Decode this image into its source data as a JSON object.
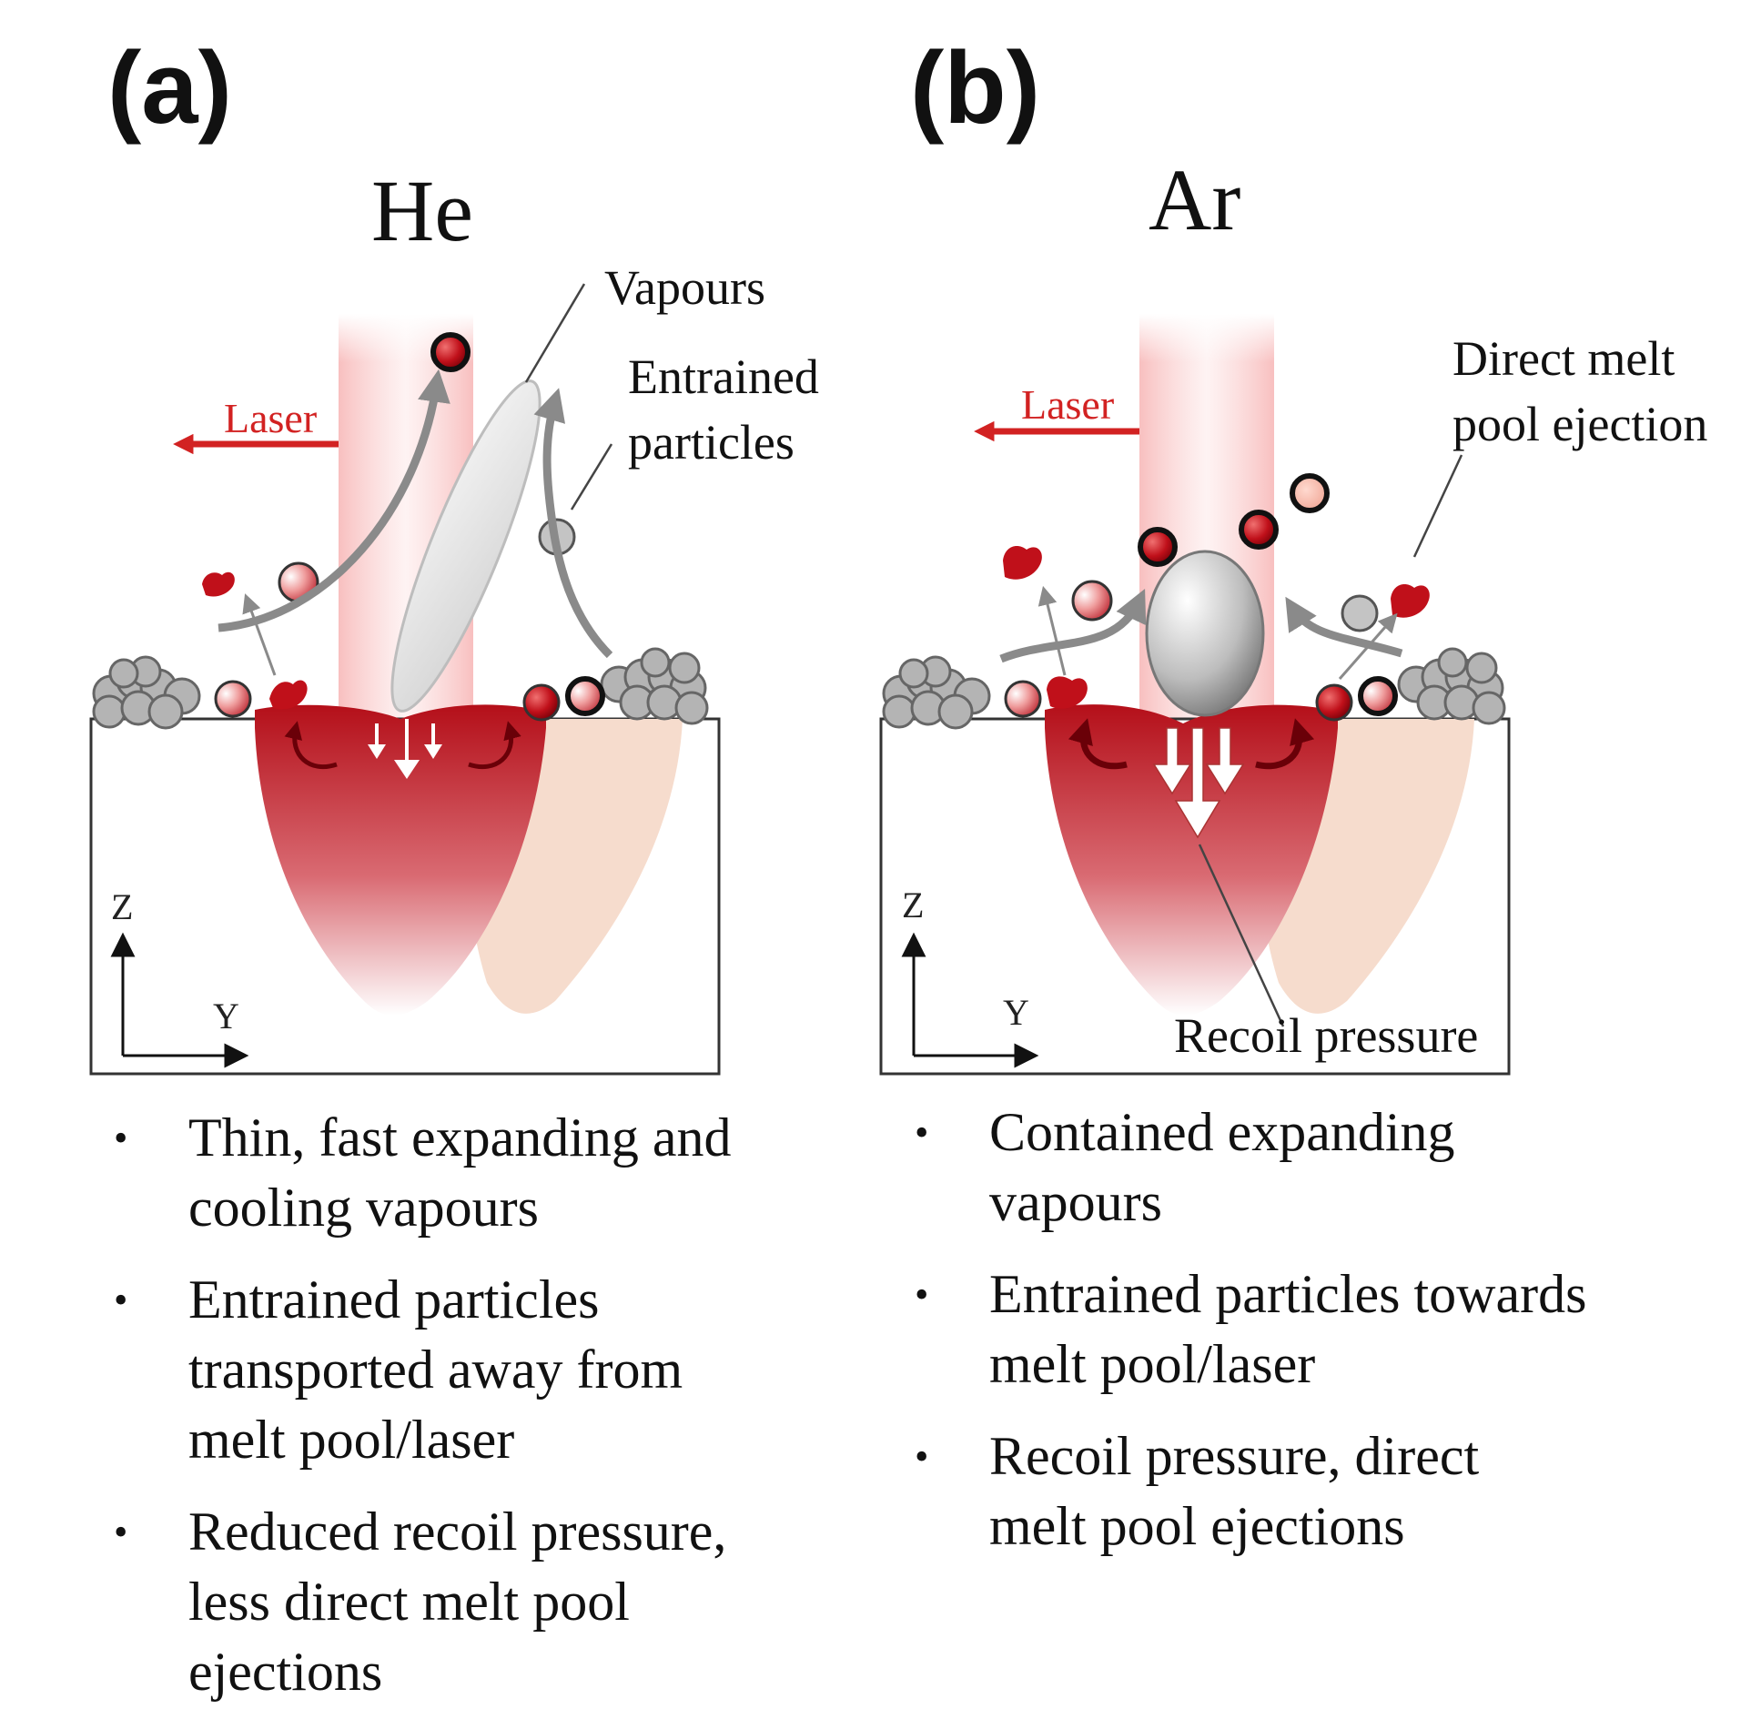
{
  "panel_a": {
    "letter": "(a)",
    "gas": "He",
    "laser_label": "Laser",
    "vapours_label": "Vapours",
    "entrained_label_line1": "Entrained",
    "entrained_label_line2": "particles",
    "axis_z": "Z",
    "axis_y": "Y",
    "bullets": [
      "Thin, fast expanding and cooling vapours",
      "Entrained particles transported away from melt pool/laser",
      "Reduced recoil pressure, less direct melt pool ejections"
    ]
  },
  "panel_b": {
    "letter": "(b)",
    "gas": "Ar",
    "laser_label": "Laser",
    "ejection_label_line1": "Direct melt",
    "ejection_label_line2": "pool ejection",
    "recoil_label": "Recoil pressure",
    "axis_z": "Z",
    "axis_y": "Y",
    "bullets": [
      "Contained expanding vapours",
      "Entrained particles towards melt pool/laser",
      "Recoil pressure, direct melt pool ejections"
    ]
  },
  "colors": {
    "laser": "#d22222",
    "melt_pool": "#b40f19",
    "previous_track": "#f6dccd",
    "powder": "#b4b4b4",
    "arrow_grey": "#8a8a8a"
  }
}
